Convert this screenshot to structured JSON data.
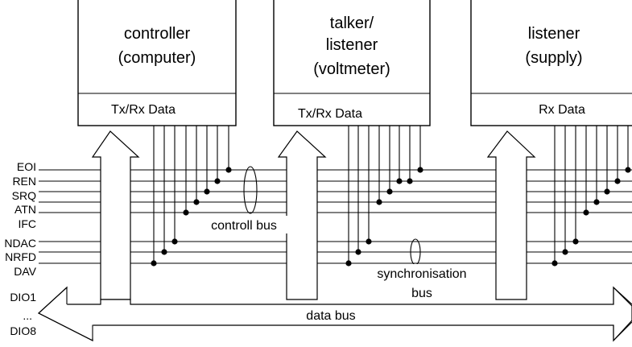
{
  "devices": [
    {
      "title_lines": [
        "controller",
        "(computer)"
      ],
      "data_label": "Tx/Rx Data"
    },
    {
      "title_lines": [
        "talker/",
        "listener",
        "(voltmeter)"
      ],
      "data_label": "Tx/Rx Data"
    },
    {
      "title_lines": [
        "listener",
        "(supply)"
      ],
      "data_label": "Rx Data"
    }
  ],
  "signal_lines": [
    "EOI",
    "REN",
    "SRQ",
    "ATN",
    "IFC",
    "NDAC",
    "NRFD",
    "DAV"
  ],
  "data_lines": [
    "DIO1",
    "...",
    "DIO8"
  ],
  "bus_labels": {
    "control": "controll bus",
    "sync_line1": "synchronisation",
    "sync_line2": "bus",
    "data": "data bus"
  }
}
